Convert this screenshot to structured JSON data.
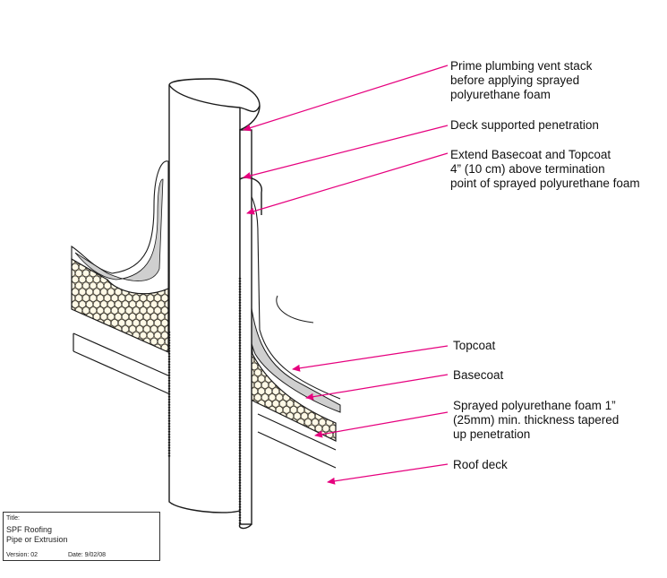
{
  "callouts": {
    "prime": [
      "Prime plumbing vent stack",
      "before applying sprayed",
      "polyurethane foam"
    ],
    "deck_supported": [
      "Deck supported penetration"
    ],
    "extend": [
      "Extend Basecoat and Topcoat",
      "4” (10 cm) above termination",
      "point of sprayed polyurethane foam"
    ],
    "topcoat": [
      "Topcoat"
    ],
    "basecoat": [
      "Basecoat"
    ],
    "foam": [
      "Sprayed polyurethane foam 1”",
      "(25mm) min. thickness tapered",
      "up penetration"
    ],
    "roof_deck": [
      "Roof deck"
    ]
  },
  "title_block": {
    "title_label": "Title:",
    "title_line1": "SPF Roofing",
    "title_line2": "Pipe or Extrusion",
    "version": "Version: 02",
    "date": "Date: 9/02/08"
  },
  "colors": {
    "arrow": "#e6007e",
    "foam_fill": "#f6e3a8",
    "coat_fill": "#cfcfcf",
    "line": "#1a1a1a"
  }
}
